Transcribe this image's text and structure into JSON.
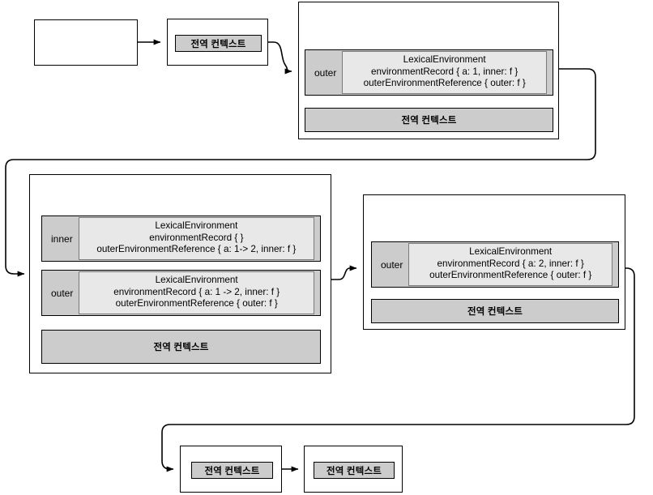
{
  "diagram": {
    "title": "Execution Context / Lexical Environment flow",
    "colors": {
      "stroke": "#000000",
      "band_fill": "#cccccc",
      "panel_fill": "#e8e8e8",
      "panel_stroke": "#7a7a7a",
      "canvas": "#ffffff"
    },
    "labels": {
      "global_context": "전역 컨텍스트",
      "outer": "outer",
      "inner": "inner"
    }
  },
  "nodes": {
    "empty_box": {
      "name": "empty-stack-box",
      "text": ""
    },
    "stack_initial": {
      "band": "전역 컨텍스트"
    },
    "outer_call_1": {
      "env_label": "outer",
      "lines": [
        "LexicalEnvironment",
        "environmentRecord { a: 1, inner: f }",
        "outerEnvironmentReference { outer: f }"
      ],
      "band": "전역 컨텍스트"
    },
    "inner_call": {
      "rows": [
        {
          "env_label": "inner",
          "lines": [
            "LexicalEnvironment",
            "environmentRecord { }",
            "outerEnvironmentReference { a: 1-> 2, inner: f }"
          ]
        },
        {
          "env_label": "outer",
          "lines": [
            "LexicalEnvironment",
            "environmentRecord { a: 1 -> 2, inner: f }",
            "outerEnvironmentReference { outer: f }"
          ]
        }
      ],
      "band": "전역 컨텍스트"
    },
    "outer_call_2": {
      "env_label": "outer",
      "lines": [
        "LexicalEnvironment",
        "environmentRecord { a: 2, inner: f }",
        "outerEnvironmentReference { outer: f }"
      ],
      "band": "전역 컨텍스트"
    },
    "stack_final_1": {
      "band": "전역 컨텍스트"
    },
    "stack_final_2": {
      "band": "전역 컨텍스트"
    }
  },
  "connectors": [
    {
      "name": "empty-to-stack-initial",
      "from": "empty_box",
      "to": "stack_initial"
    },
    {
      "name": "stack-initial-to-outer-call-1",
      "from": "stack_initial",
      "to": "outer_call_1"
    },
    {
      "name": "outer-call-1-to-inner-call",
      "from": "outer_call_1",
      "to": "inner_call"
    },
    {
      "name": "inner-call-to-outer-call-2",
      "from": "inner_call",
      "to": "outer_call_2"
    },
    {
      "name": "outer-call-2-to-stack-final-1",
      "from": "outer_call_2",
      "to": "stack_final_1"
    },
    {
      "name": "stack-final-1-to-stack-final-2",
      "from": "stack_final_1",
      "to": "stack_final_2"
    }
  ]
}
